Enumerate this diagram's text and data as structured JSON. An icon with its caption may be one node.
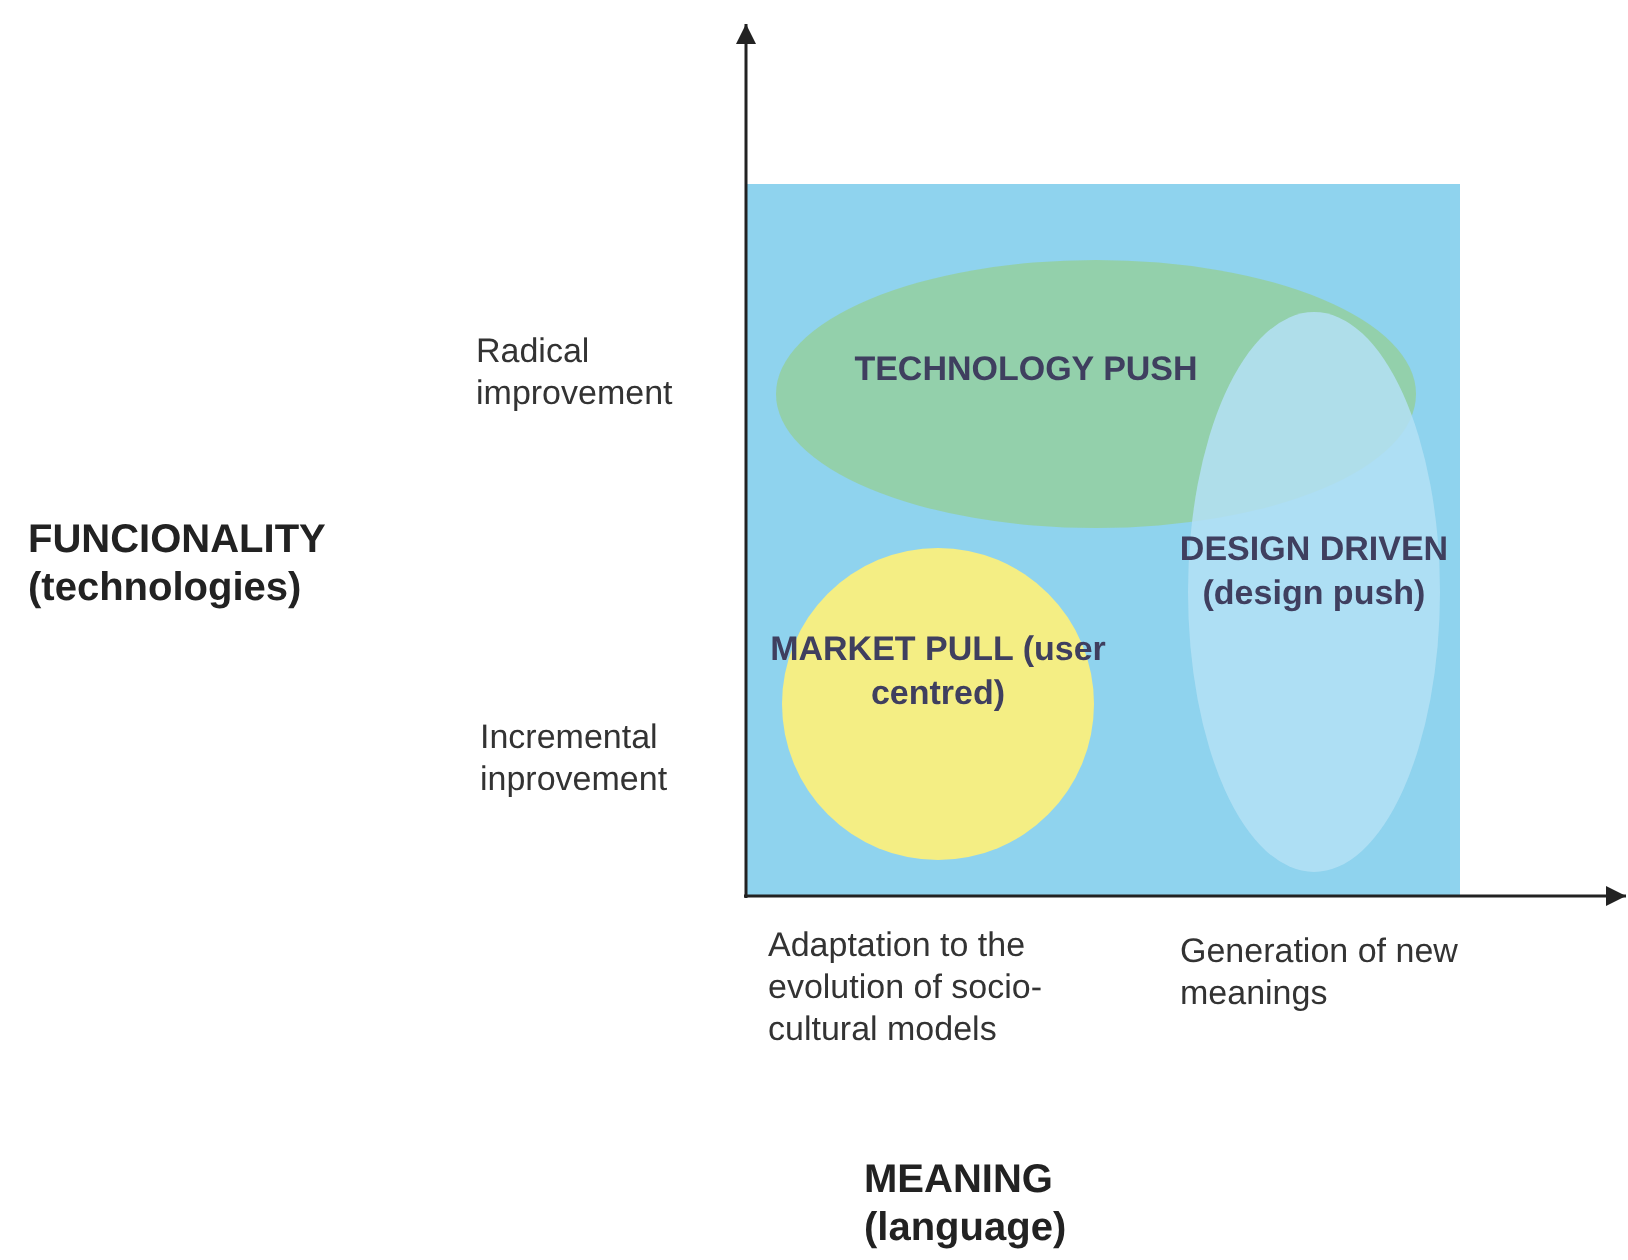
{
  "diagram": {
    "nodes": [
      {
        "text": [
          "TECHNOLOGY PUSH"
        ]
      },
      {
        "text": [
          "DESIGN DRIVEN (design push)"
        ]
      },
      {
        "text": [
          "MARKET PULL (user centred)"
        ]
      }
    ],
    "labels": [
      "Radical improvement",
      "FUNCIONALITY (technologies)",
      "Incremental inprovement",
      "Adaptation to the evolution of socio-cultural models",
      "Generation of new meanings",
      "MEANING (language)"
    ]
  }
}
